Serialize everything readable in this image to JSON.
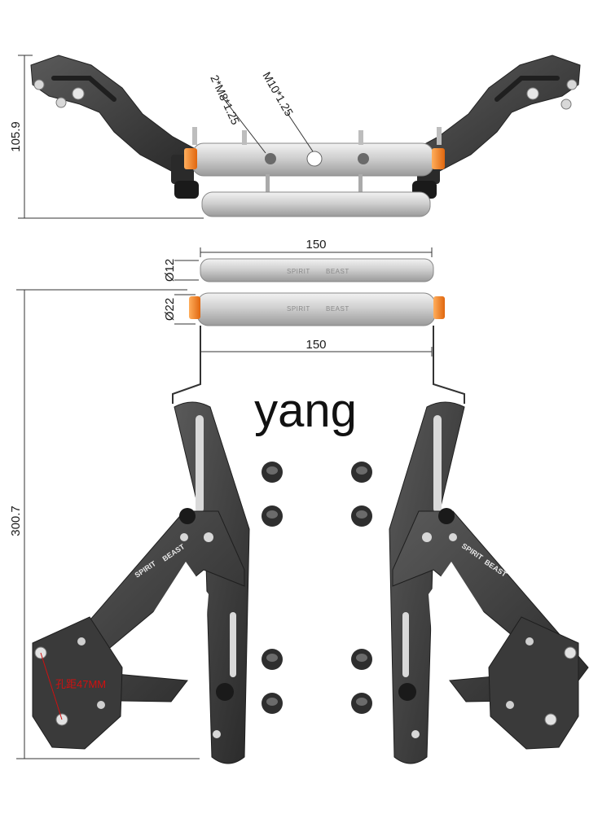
{
  "watermark": "yang",
  "dimensions": {
    "top_height": "105.9",
    "bolt_m8": "2*M8*1.25",
    "bolt_m10": "M10*1.25",
    "bar12_length": "150",
    "bar12_diameter": "Ø12",
    "bar22_diameter": "Ø22",
    "bar22_length": "150",
    "total_height": "300.7"
  },
  "hole_spacing_label": "孔距47MM",
  "brand": {
    "left": "SPIRIT",
    "right": "BEAST"
  },
  "colors": {
    "metal_dark": "#3c3c3c",
    "metal_mid": "#555555",
    "silver": "#d4d4d4",
    "orange_cap": "#f07a1a",
    "dimension_line": "#333333",
    "hole_label": "#d01010"
  }
}
